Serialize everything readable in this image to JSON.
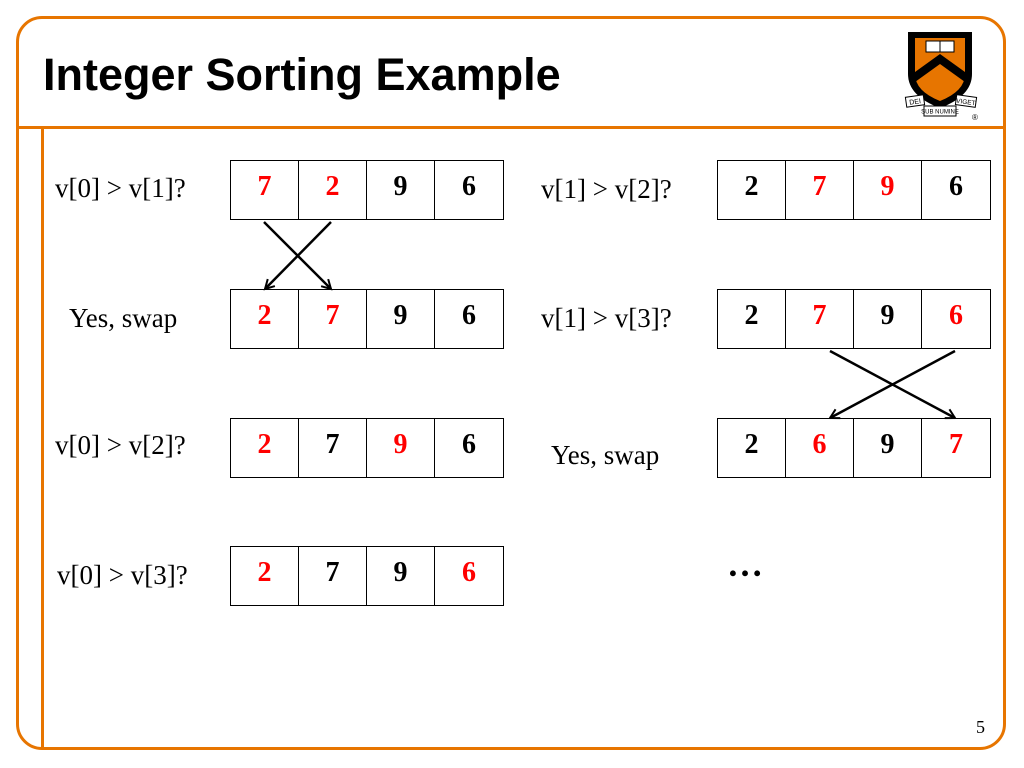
{
  "slide": {
    "title": "Integer Sorting Example",
    "page_number": "5",
    "ellipsis": "…",
    "colors": {
      "accent": "#E77500",
      "highlight": "#FF0000",
      "text": "#000000"
    }
  },
  "logo": {
    "motto_left": "DEI",
    "motto_center": "SUB NUMINE",
    "motto_right": "VIGET",
    "registered_mark": "®",
    "icon": "princeton-shield-icon"
  },
  "steps": [
    {
      "label": "v[0] > v[1]?",
      "cells": [
        {
          "v": "7",
          "c": "red"
        },
        {
          "v": "2",
          "c": "red"
        },
        {
          "v": "9",
          "c": "black"
        },
        {
          "v": "6",
          "c": "black"
        }
      ]
    },
    {
      "label": "Yes, swap",
      "cells": [
        {
          "v": "2",
          "c": "red"
        },
        {
          "v": "7",
          "c": "red"
        },
        {
          "v": "9",
          "c": "black"
        },
        {
          "v": "6",
          "c": "black"
        }
      ]
    },
    {
      "label": "v[0] > v[2]?",
      "cells": [
        {
          "v": "2",
          "c": "red"
        },
        {
          "v": "7",
          "c": "black"
        },
        {
          "v": "9",
          "c": "red"
        },
        {
          "v": "6",
          "c": "black"
        }
      ]
    },
    {
      "label": "v[0] > v[3]?",
      "cells": [
        {
          "v": "2",
          "c": "red"
        },
        {
          "v": "7",
          "c": "black"
        },
        {
          "v": "9",
          "c": "black"
        },
        {
          "v": "6",
          "c": "red"
        }
      ]
    },
    {
      "label": "v[1] > v[2]?",
      "cells": [
        {
          "v": "2",
          "c": "black"
        },
        {
          "v": "7",
          "c": "red"
        },
        {
          "v": "9",
          "c": "red"
        },
        {
          "v": "6",
          "c": "black"
        }
      ]
    },
    {
      "label": "v[1] > v[3]?",
      "cells": [
        {
          "v": "2",
          "c": "black"
        },
        {
          "v": "7",
          "c": "red"
        },
        {
          "v": "9",
          "c": "black"
        },
        {
          "v": "6",
          "c": "red"
        }
      ]
    },
    {
      "label": "Yes, swap",
      "cells": [
        {
          "v": "2",
          "c": "black"
        },
        {
          "v": "6",
          "c": "red"
        },
        {
          "v": "9",
          "c": "black"
        },
        {
          "v": "7",
          "c": "red"
        }
      ]
    }
  ]
}
